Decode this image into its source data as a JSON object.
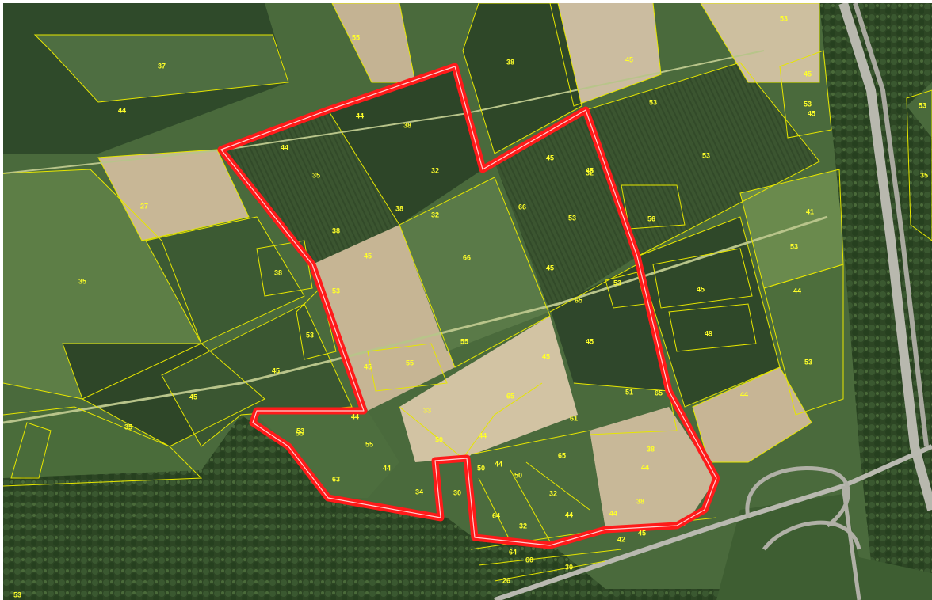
{
  "map": {
    "colors": {
      "parcel_outline": "#e6e600",
      "parcel_label": "#ffff2a",
      "site_boundary": "#ff1a1a",
      "forest": "#2f4a25",
      "field_dark": "#33492b",
      "field_light": "#c9b99a",
      "road": "#b9b9b0"
    },
    "parcel_labels": [
      "37",
      "44",
      "55",
      "38",
      "45",
      "53",
      "45",
      "53",
      "44",
      "38",
      "44",
      "35",
      "32",
      "38",
      "32",
      "45",
      "66",
      "53",
      "45",
      "32",
      "45",
      "53",
      "56",
      "41",
      "53",
      "44",
      "53",
      "45",
      "53",
      "53",
      "27",
      "35",
      "38",
      "38",
      "53",
      "45",
      "66",
      "65",
      "53",
      "49",
      "53",
      "45",
      "45",
      "55",
      "45",
      "45",
      "44",
      "51",
      "65",
      "35",
      "45",
      "55",
      "33",
      "65",
      "44",
      "50",
      "44",
      "61",
      "55",
      "53",
      "44",
      "55",
      "63",
      "34",
      "30",
      "50",
      "44",
      "50",
      "65",
      "32",
      "64",
      "32",
      "44",
      "44",
      "38",
      "38",
      "44",
      "64",
      "60",
      "30",
      "26",
      "42",
      "45",
      "45",
      "35",
      "53"
    ]
  }
}
